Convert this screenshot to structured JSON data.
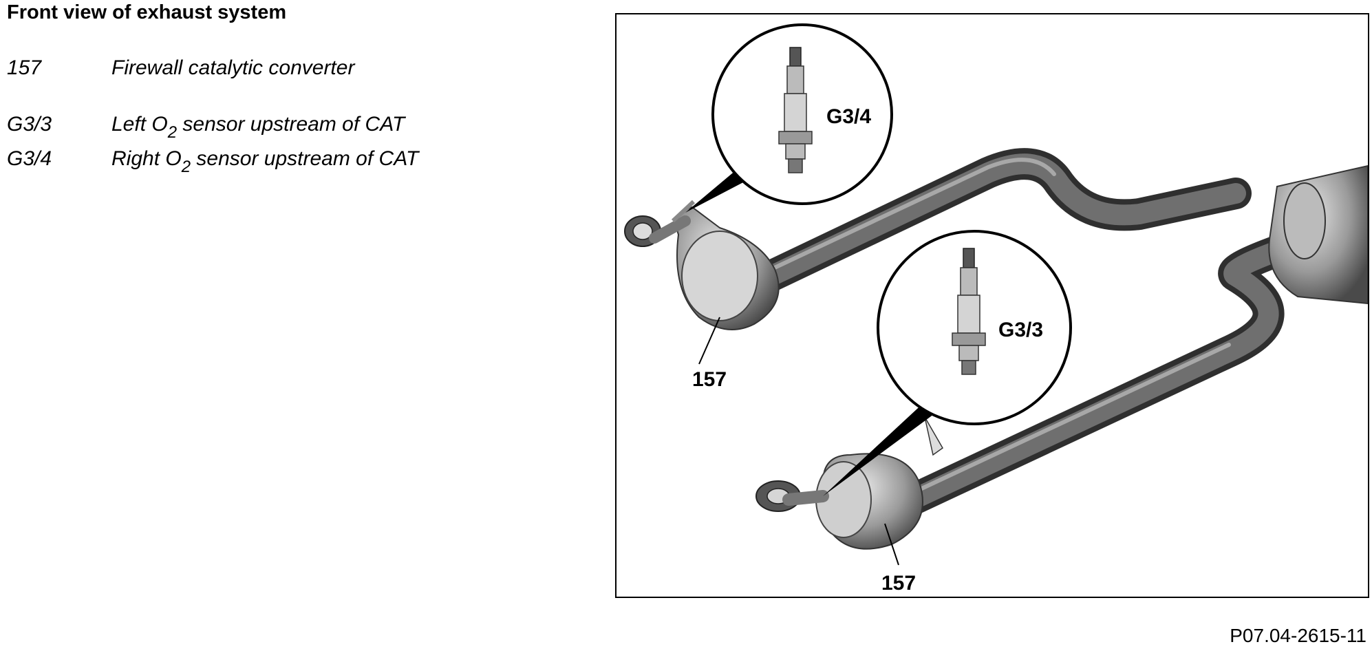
{
  "title": "Front view of exhaust system",
  "legend": [
    {
      "code": "157",
      "text_before": "Firewall catalytic converter",
      "sub": "",
      "text_after": ""
    },
    {
      "code": "G3/3",
      "text_before": "Left O",
      "sub": "2",
      "text_after": " sensor upstream of CAT"
    },
    {
      "code": "G3/4",
      "text_before": "Right O",
      "sub": "2",
      "text_after": " sensor upstream of CAT"
    }
  ],
  "diagram": {
    "callout_upper": "G3/4",
    "callout_lower": "G3/3",
    "label_upper_cat": "157",
    "label_lower_cat": "157"
  },
  "figure_id": "P07.04-2615-11"
}
